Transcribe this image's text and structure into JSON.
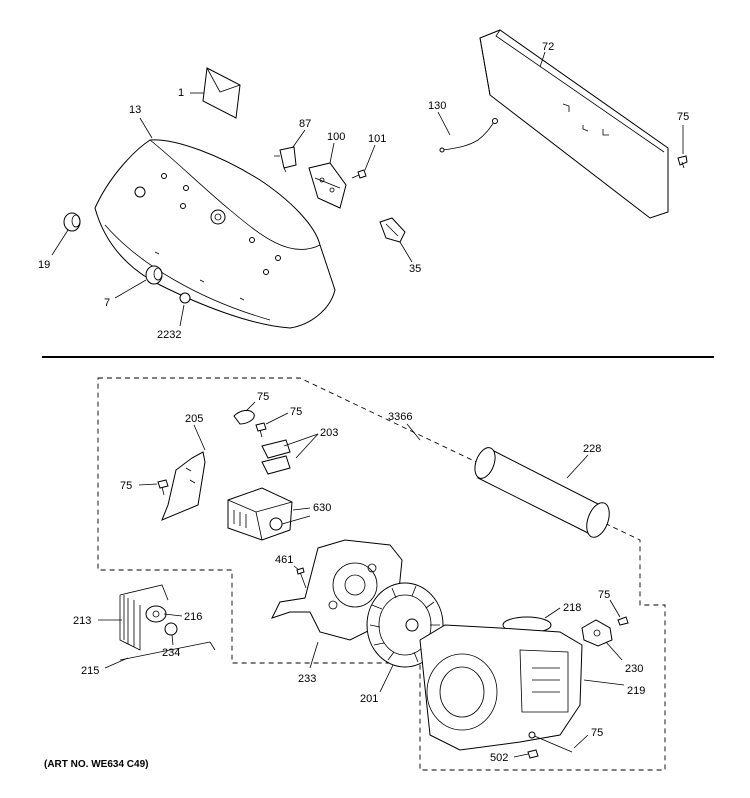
{
  "labels": {
    "p1": "1",
    "p13": "13",
    "p19": "19",
    "p7": "7",
    "p2232": "2232",
    "p87": "87",
    "p100": "100",
    "p101": "101",
    "p35": "35",
    "p130": "130",
    "p72": "72",
    "p75_top": "75",
    "p205": "205",
    "p75_a": "75",
    "p75_b": "75",
    "p203": "203",
    "p3366": "3366",
    "p228": "228",
    "p75_c": "75",
    "p630": "630",
    "p461": "461",
    "p213": "213",
    "p216": "216",
    "p234": "234",
    "p215": "215",
    "p233": "233",
    "p201": "201",
    "p218": "218",
    "p75_d": "75",
    "p230": "230",
    "p219": "219",
    "p502": "502",
    "p75_e": "75"
  },
  "art_number": "(ART NO. WE634 C49)"
}
